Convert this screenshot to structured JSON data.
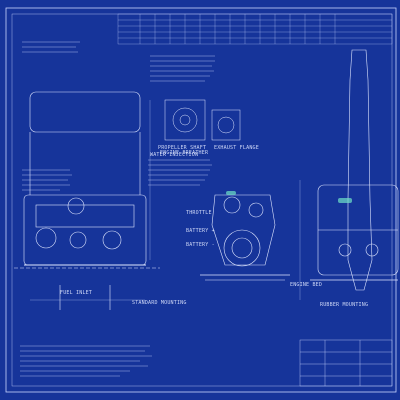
{
  "views": {
    "standard": {
      "title": "STANDARD MOUNTING"
    },
    "rubber": {
      "title": "RUBBER MOUNTING"
    }
  },
  "notes": {
    "engine_breather": "ENGINE BREATHER",
    "propeller_shaft": "PROPELLER SHAFT",
    "exhaust_flange": "EXHAUST FLANGE",
    "fuel_inlet": "FUEL INLET",
    "throttle": "THROTTLE",
    "battery_pos": "BATTERY +",
    "battery_neg": "BATTERY -",
    "water_pipe": "WATER INJECTION",
    "engine_bed": "ENGINE BED"
  },
  "colors": {
    "paper": "#16349a",
    "line": "#dfe6ff",
    "accent": "#6fe3c8"
  }
}
